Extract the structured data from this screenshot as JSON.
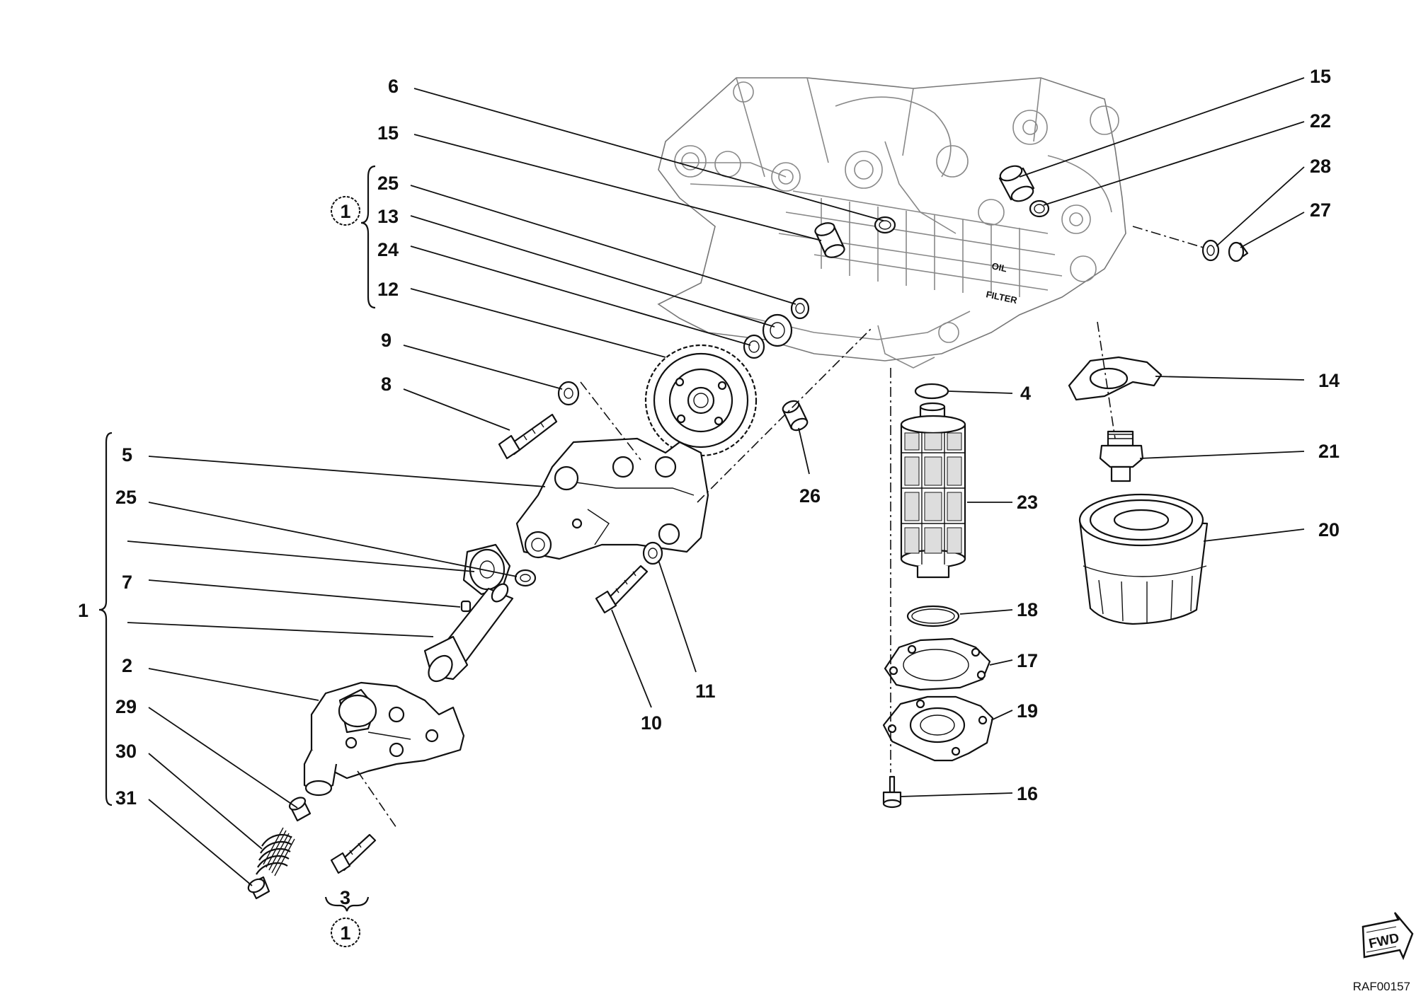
{
  "diagram": {
    "reference_code": "RAF00157",
    "filter_label": "FILTER",
    "oil_label": "OIL",
    "forward_badge": "FWD",
    "group_marker": "1",
    "callouts": {
      "c6": "6",
      "c15a": "15",
      "c25a": "25",
      "c13": "13",
      "c24": "24",
      "c12": "12",
      "c9": "9",
      "c8": "8",
      "c5": "5",
      "c25b": "25",
      "c7": "7",
      "c1": "1",
      "c2": "2",
      "c29": "29",
      "c30": "30",
      "c31": "31",
      "c3": "3",
      "c26": "26",
      "c10": "10",
      "c11": "11",
      "c15b": "15",
      "c22": "22",
      "c28": "28",
      "c27": "27",
      "c14": "14",
      "c21": "21",
      "c20": "20",
      "c4": "4",
      "c23": "23",
      "c18": "18",
      "c17": "17",
      "c19": "19",
      "c16": "16"
    }
  }
}
